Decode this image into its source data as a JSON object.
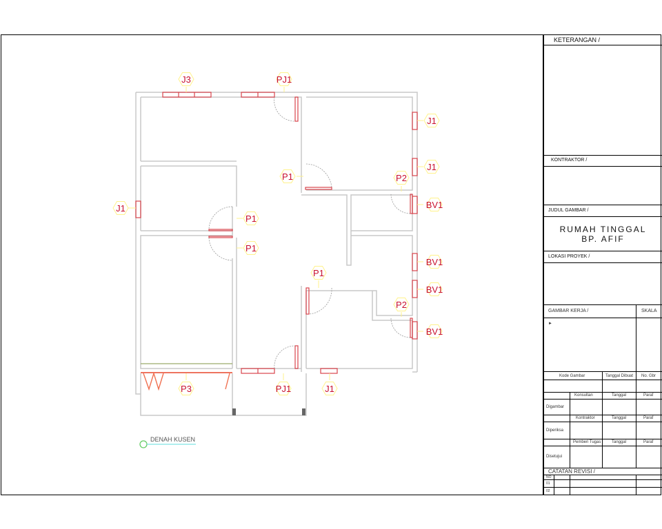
{
  "plan": {
    "tags": {
      "j3": "J3",
      "pj1_top": "PJ1",
      "j1_right_1": "J1",
      "j1_right_2": "J1",
      "p1_center": "P1",
      "p2_top": "P2",
      "bv1_1": "BV1",
      "j1_left": "J1",
      "p1_left_1": "P1",
      "p1_left_2": "P1",
      "bv1_2": "BV1",
      "p1_lower": "P1",
      "bv1_3": "BV1",
      "p2_lower": "P2",
      "bv1_4": "BV1",
      "p3": "P3",
      "pj1_bottom": "PJ1",
      "j1_bottom": "J1"
    },
    "legend_title": "DENAH KUSEN",
    "colors": {
      "wall": "#c8c8c8",
      "frame": "#d8434b",
      "tag": "#fff28a",
      "tag_text": "#c8102e",
      "legend": "#7fe3e3"
    }
  },
  "title_block": {
    "keterangan": "KETERANGAN /",
    "kontraktor": "KONTRAKTOR /",
    "judul_gambar": "JUDUL GAMBAR /",
    "project_title_1": "RUMAH TINGGAL",
    "project_title_2": "BP. AFIF",
    "lokasi_proyek": "LOKASI PROYEK /",
    "gambar_kerja": "GAMBAR KERJA /",
    "skala": "SKALA",
    "kode_gambar": "Kode Gambar",
    "tanggal_dibuat": "Tanggal Dibuat",
    "no_gbr": "No. Gbr",
    "konsultan": "Konsultan",
    "tanggal": "Tanggal",
    "paraf": "Paraf",
    "digambar": "Digambar",
    "kontraktor_row": "Kontraktor",
    "diperiksa": "Diperiksa",
    "pemberi_tugas": "Pemberi Tugas",
    "disetujui": "Disetujui",
    "catatan_revisi": "CATATAN REVISI /",
    "no": "NO",
    "rev_01": "01",
    "rev_02": "02"
  }
}
